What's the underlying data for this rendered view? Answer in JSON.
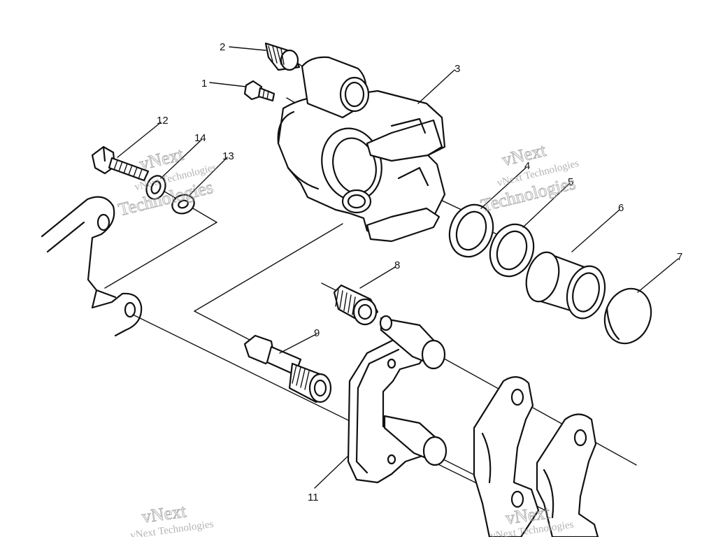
{
  "callouts": {
    "c1": "1",
    "c2": "2",
    "c3": "3",
    "c4": "4",
    "c5": "5",
    "c6": "6",
    "c7": "7",
    "c8": "8",
    "c9": "9",
    "c11": "11",
    "c12": "12",
    "c13": "13",
    "c14": "14"
  },
  "watermark": {
    "small": "vNext Technologies",
    "big_top": "vNext",
    "big_bottom": "Technologies"
  }
}
